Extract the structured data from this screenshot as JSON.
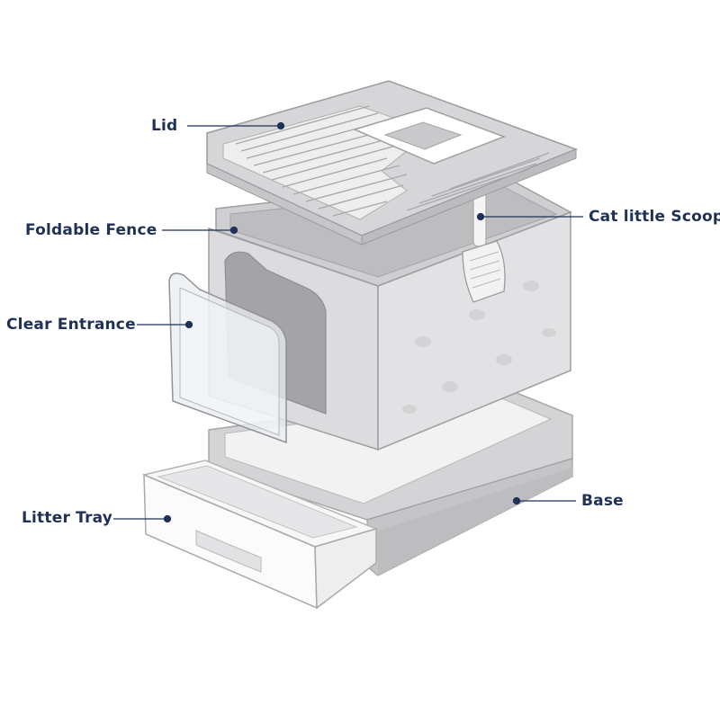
{
  "labels": {
    "lid": "Lid",
    "foldable_fence": "Foldable Fence",
    "clear_entrance": "Clear Entrance",
    "litter_tray": "Litter Tray",
    "cat_scoop": "Cat little Scoop",
    "base": "Base"
  },
  "colors": {
    "label_text": "#1f3156",
    "leader_line": "#1f3156",
    "body_gray": "#d9d9db",
    "outline_gray": "#9a9a9e",
    "tray_white": "#f7f7f7",
    "entrance_clear": "#e9ecef"
  }
}
